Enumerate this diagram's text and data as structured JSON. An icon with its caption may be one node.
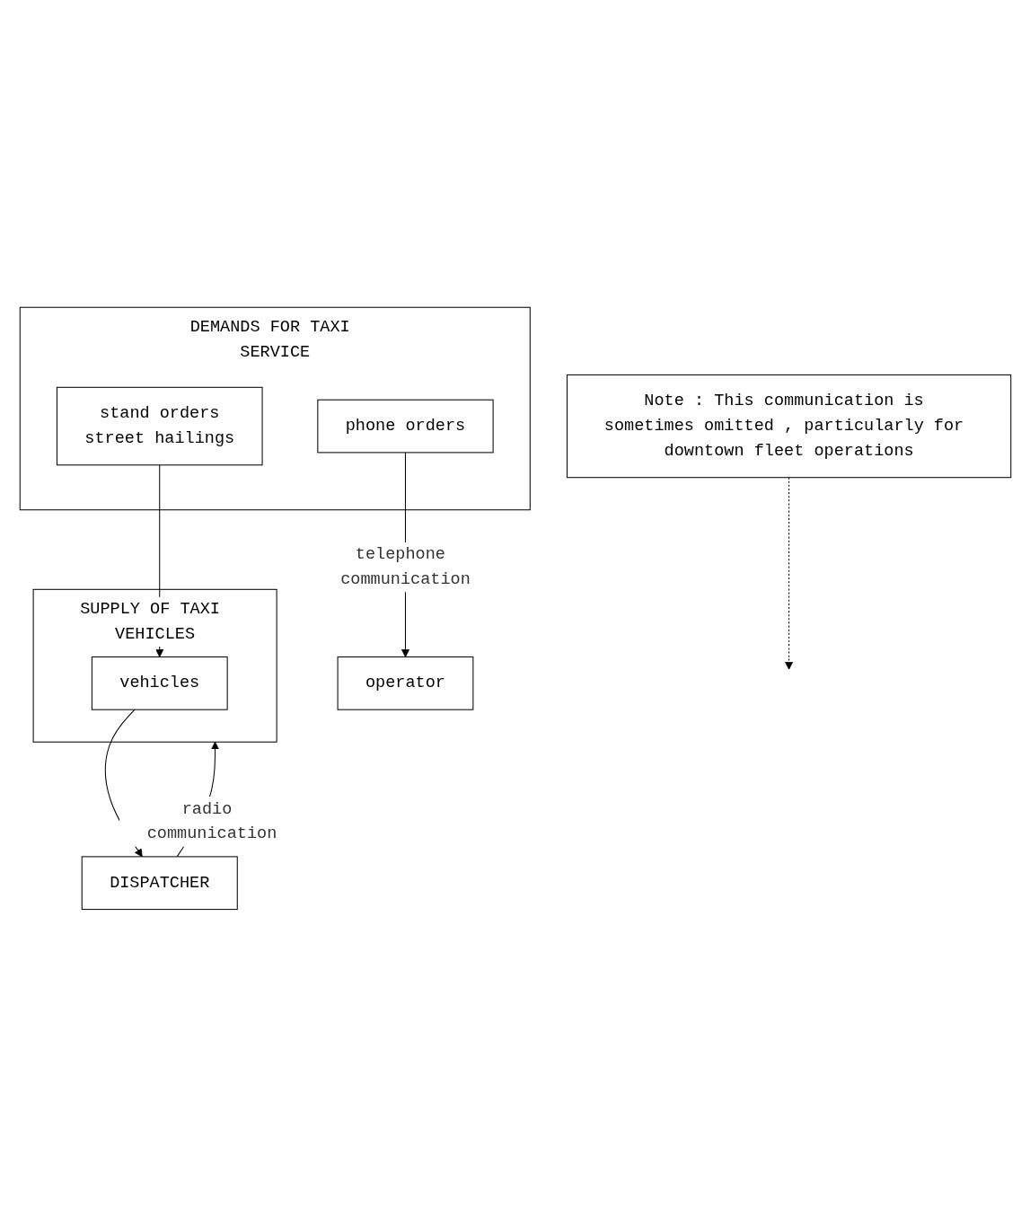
{
  "diagram": {
    "nodes": [
      {
        "text": [
          "DEMANDS FOR TAXI SERVICE"
        ]
      },
      {
        "text": [
          "phone orders"
        ],
        "in": 0
      },
      {
        "text": [
          "stand orders",
          "street hailings"
        ],
        "in": 0
      },
      {
        "text": [
          "operator"
        ]
      },
      {
        "text": [
          "DISPATCHER"
        ]
      },
      {
        "text": [
          "SUPPLY OF TAXI VEHICLES"
        ]
      },
      {
        "text": [
          "vehicles"
        ],
        "in": 5
      },
      {
        "text": [
          "Note : This communication is sometimes omitted , particularly for downtown fleet operations"
        ]
      }
    ],
    "edges": [
      {
        "from": 1,
        "to": 3,
        "arrow": "to",
        "label": "telephone communication"
      },
      {
        "from": 4,
        "to": 5,
        "arrow": "to",
        "label": "radio communication"
      },
      {
        "from": 2,
        "to": 6,
        "arrow": "to"
      },
      {
        "from": 6,
        "to": 4,
        "arrow": "to"
      },
      {
        "from": 7,
        "to": null,
        "arrow": "to",
        "style": "dashed"
      }
    ]
  }
}
